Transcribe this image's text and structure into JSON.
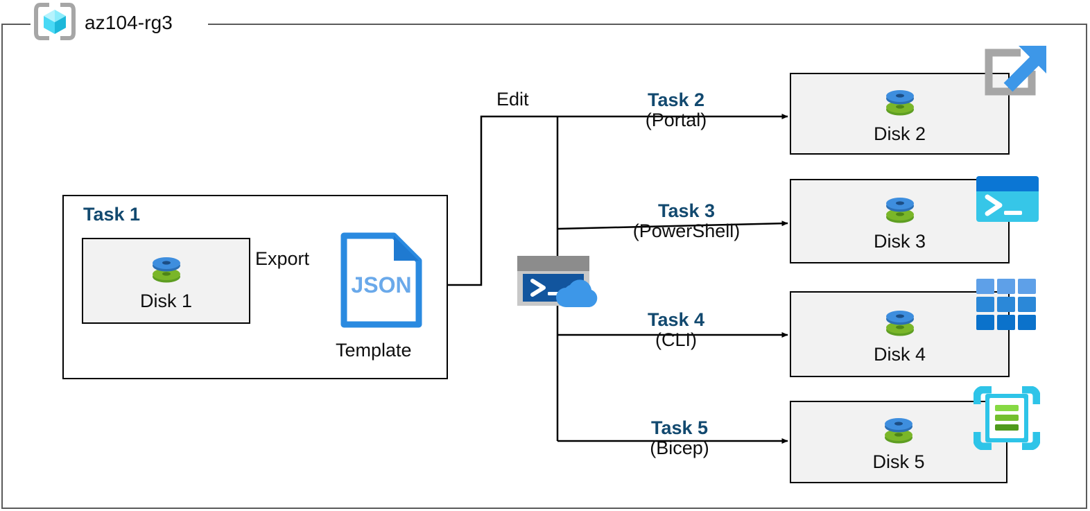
{
  "diagram": {
    "resource_group": {
      "name": "az104-rg3",
      "icon": "resource-group-cube-icon"
    },
    "colors": {
      "task_label": "#12496f",
      "frame_border": "#5a5a5a",
      "box_border": "#000000",
      "box_fill": "#f2f2f2",
      "disk_blue": "#3e8ede",
      "disk_green": "#7ab629",
      "json_blue": "#2a8ae0",
      "portal_gray": "#a6a6a6",
      "powershell_cyan": "#36c6e8",
      "cli_blue": "#2b88d8",
      "bicep_cyan": "#2ec4e8",
      "bicep_green": "#73bf2e"
    },
    "task1": {
      "label": "Task 1",
      "disk": {
        "label": "Disk 1",
        "icon": "disk-icon"
      },
      "export_label": "Export",
      "template": {
        "label": "Template",
        "badge": "JSON",
        "icon": "json-document-icon"
      }
    },
    "edit_label": "Edit",
    "cloud_shell": {
      "icon": "cloud-shell-icon"
    },
    "branches": [
      {
        "task": "Task 2",
        "method": "(Portal)",
        "disk": "Disk 2",
        "icon": "portal-arrow-icon",
        "disk_icon": "disk-icon"
      },
      {
        "task": "Task 3",
        "method": "(PowerShell)",
        "disk": "Disk 3",
        "icon": "powershell-terminal-icon",
        "disk_icon": "disk-icon"
      },
      {
        "task": "Task 4",
        "method": "(CLI)",
        "disk": "Disk 4",
        "icon": "cli-grid-icon",
        "disk_icon": "disk-icon"
      },
      {
        "task": "Task 5",
        "method": "(Bicep)",
        "disk": "Disk 5",
        "icon": "bicep-document-icon",
        "disk_icon": "disk-icon"
      }
    ]
  }
}
